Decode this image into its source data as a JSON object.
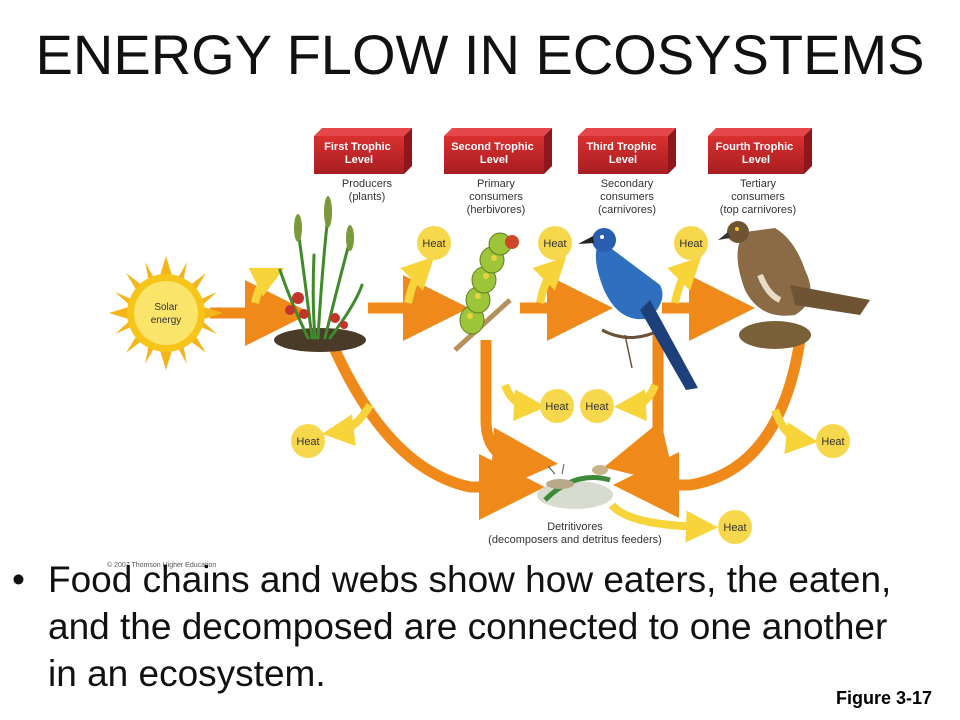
{
  "title": "ENERGY FLOW IN ECOSYSTEMS",
  "levels": [
    "First Trophic Level",
    "Second Trophic Level",
    "Third Trophic Level",
    "Fourth Trophic Level"
  ],
  "organisms": {
    "producers": "Producers\n(plants)",
    "primary": "Primary\nconsumers\n(herbivores)",
    "secondary": "Secondary\nconsumers\n(carnivores)",
    "tertiary": "Tertiary\nconsumers\n(top carnivores)",
    "detritivores": "Detritivores\n(decomposers and detritus feeders)"
  },
  "sun_label": "Solar\nenergy",
  "heat_label": "Heat",
  "copyright": "© 2007 Thomson Higher Education",
  "bullet": "Food chains and webs show how eaters, the eaten, and the decomposed are connected to one another in an ecosystem.",
  "figure_label": "Figure 3-17",
  "colors": {
    "flow_arrow": "#ef8a1a",
    "heat_arrow": "#f6d43a",
    "level_box": "#c8262b",
    "sun": "#f7c419"
  }
}
